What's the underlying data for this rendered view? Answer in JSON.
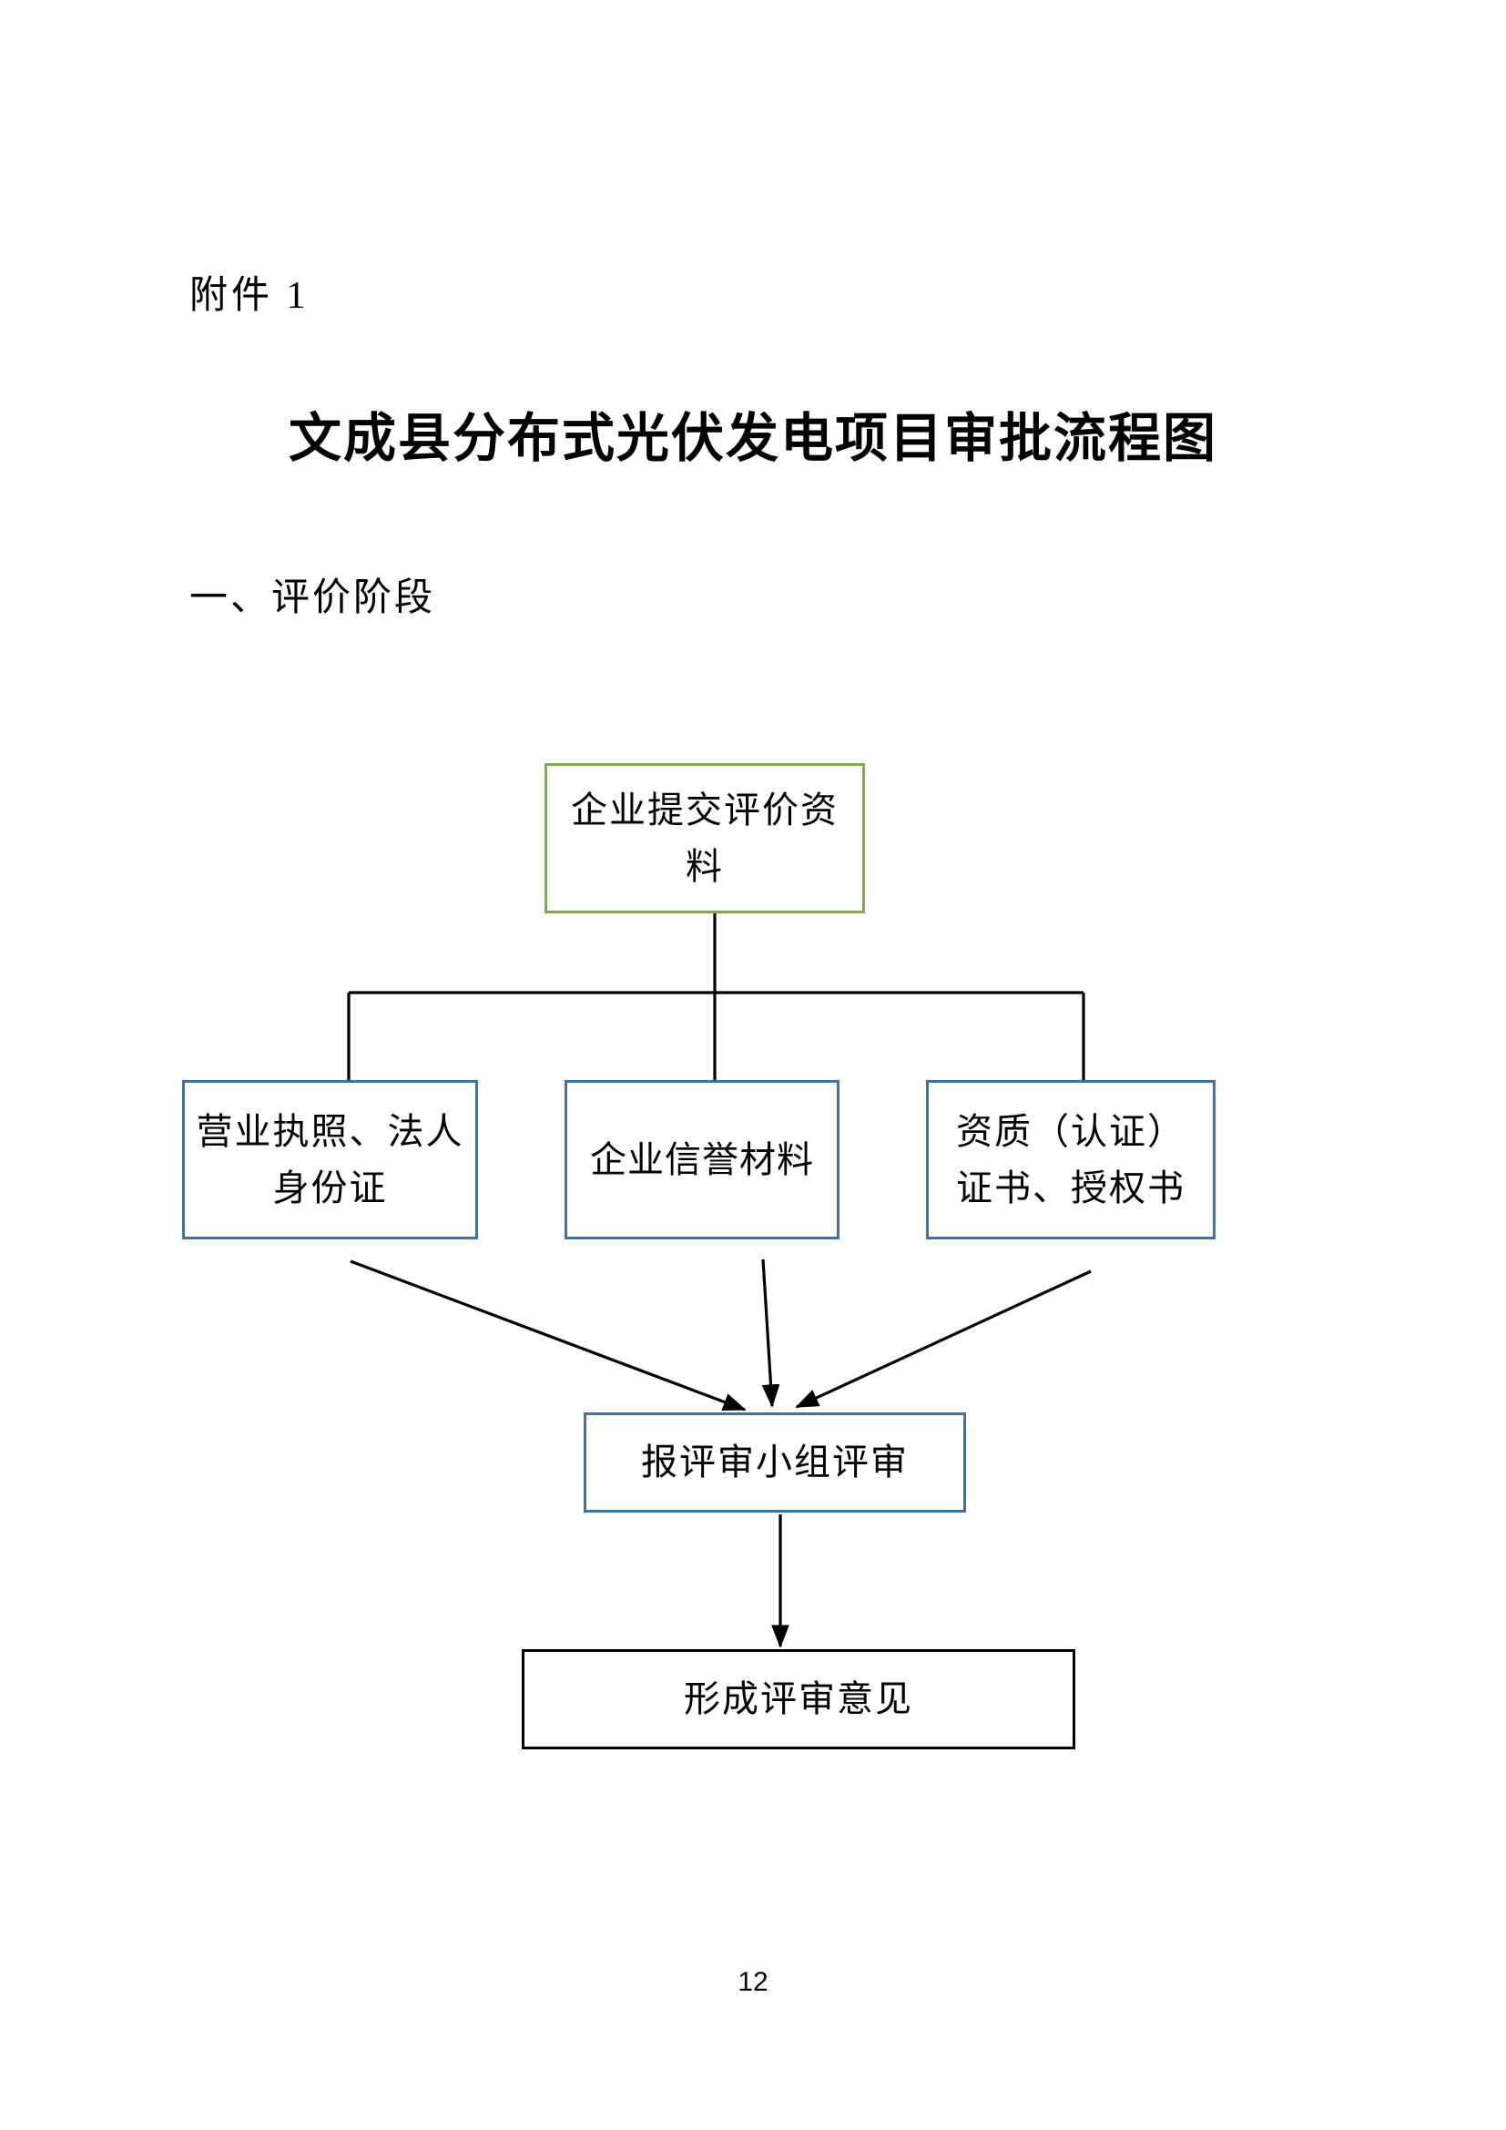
{
  "document": {
    "attachment_label": "附件 1",
    "title": "文成县分布式光伏发电项目审批流程图",
    "section_heading": "一、评价阶段",
    "page_number": "12"
  },
  "colors": {
    "green_border": "#7FA957",
    "blue_border": "#41719C",
    "black_border": "#000000",
    "text": "#000000",
    "page_background": "#FFFFFF"
  },
  "flowchart": {
    "type": "flowchart",
    "orientation": "top-down",
    "nodes": [
      {
        "id": "submit",
        "label": "企业提交评价资料",
        "border": "green",
        "level": 1
      },
      {
        "id": "license",
        "label": "营业执照、法人身份证",
        "border": "blue",
        "level": 2
      },
      {
        "id": "credit",
        "label": "企业信誉材料",
        "border": "blue",
        "level": 2
      },
      {
        "id": "qualify",
        "label": "资质（认证）证书、授权书",
        "border": "blue",
        "level": 2
      },
      {
        "id": "review",
        "label": "报评审小组评审",
        "border": "blue",
        "level": 3
      },
      {
        "id": "opinion",
        "label": "形成评审意见",
        "border": "black",
        "level": 4
      }
    ],
    "edges": [
      {
        "from": "submit",
        "to": "license",
        "style": "elbow",
        "arrow": false
      },
      {
        "from": "submit",
        "to": "credit",
        "style": "elbow",
        "arrow": false
      },
      {
        "from": "submit",
        "to": "qualify",
        "style": "elbow",
        "arrow": false
      },
      {
        "from": "license",
        "to": "review",
        "style": "diagonal",
        "arrow": true
      },
      {
        "from": "credit",
        "to": "review",
        "style": "straight",
        "arrow": true
      },
      {
        "from": "qualify",
        "to": "review",
        "style": "diagonal",
        "arrow": true
      },
      {
        "from": "review",
        "to": "opinion",
        "style": "straight",
        "arrow": true
      }
    ]
  }
}
